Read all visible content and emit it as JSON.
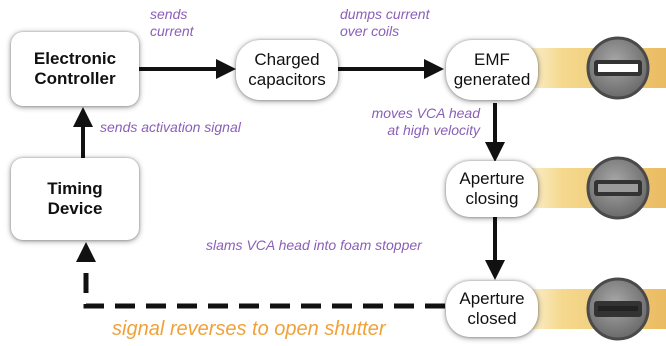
{
  "nodes": {
    "controller": "Electronic\nController",
    "capacitors": "Charged\ncapacitors",
    "emf": "EMF\ngenerated",
    "timing": "Timing\nDevice",
    "closing": "Aperture\nclosing",
    "closed": "Aperture\nclosed"
  },
  "labels": {
    "sends_current": "sends\ncurrent",
    "dumps_current": "dumps current\nover coils",
    "moves_head": "moves VCA head\nat high velocity",
    "activation": "sends activation signal",
    "slams": "slams VCA head into foam stopper",
    "reverse": "signal reverses to open shutter"
  },
  "shutter_states": [
    "open",
    "partially closed",
    "closed"
  ],
  "colors": {
    "label_purple": "#8a5fb8",
    "footer_orange": "#f0a23a",
    "arrow": "#111111",
    "glow_yellow": "#f3d27a",
    "shutter_gray": "#7d7d7d"
  }
}
